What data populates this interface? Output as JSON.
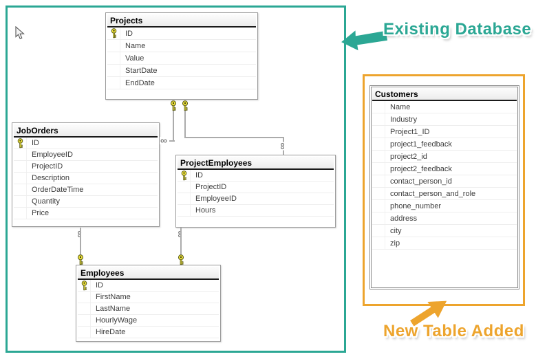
{
  "diagram": {
    "tables": {
      "projects": {
        "name": "Projects",
        "columns": [
          {
            "name": "ID",
            "key": true
          },
          {
            "name": "Name",
            "key": false
          },
          {
            "name": "Value",
            "key": false
          },
          {
            "name": "StartDate",
            "key": false
          },
          {
            "name": "EndDate",
            "key": false
          }
        ]
      },
      "joborders": {
        "name": "JobOrders",
        "columns": [
          {
            "name": "ID",
            "key": true
          },
          {
            "name": "EmployeeID",
            "key": false
          },
          {
            "name": "ProjectID",
            "key": false
          },
          {
            "name": "Description",
            "key": false
          },
          {
            "name": "OrderDateTime",
            "key": false
          },
          {
            "name": "Quantity",
            "key": false
          },
          {
            "name": "Price",
            "key": false
          }
        ]
      },
      "project_employees": {
        "name": "ProjectEmployees",
        "columns": [
          {
            "name": "ID",
            "key": true
          },
          {
            "name": "ProjectID",
            "key": false
          },
          {
            "name": "EmployeeID",
            "key": false
          },
          {
            "name": "Hours",
            "key": false
          }
        ]
      },
      "employees": {
        "name": "Employees",
        "columns": [
          {
            "name": "ID",
            "key": true
          },
          {
            "name": "FirstName",
            "key": false
          },
          {
            "name": "LastName",
            "key": false
          },
          {
            "name": "HourlyWage",
            "key": false
          },
          {
            "name": "HireDate",
            "key": false
          }
        ]
      },
      "customers": {
        "name": "Customers",
        "columns": [
          {
            "name": "Name",
            "key": false
          },
          {
            "name": "Industry",
            "key": false
          },
          {
            "name": "Project1_ID",
            "key": false
          },
          {
            "name": "project1_feedback",
            "key": false
          },
          {
            "name": "project2_id",
            "key": false
          },
          {
            "name": "project2_feedback",
            "key": false
          },
          {
            "name": "contact_person_id",
            "key": false
          },
          {
            "name": "contact_person_and_role",
            "key": false
          },
          {
            "name": "phone_number",
            "key": false
          },
          {
            "name": "address",
            "key": false
          },
          {
            "name": "city",
            "key": false
          },
          {
            "name": "zip",
            "key": false
          }
        ]
      }
    },
    "relationships": [
      {
        "one": "Projects",
        "many": "JobOrders"
      },
      {
        "one": "Projects",
        "many": "ProjectEmployees"
      },
      {
        "one": "Employees",
        "many": "JobOrders"
      },
      {
        "one": "Employees",
        "many": "ProjectEmployees"
      }
    ],
    "glyphs": {
      "many_marker": "∞"
    }
  },
  "annotations": {
    "existing": {
      "label": "Existing Database",
      "color": "#2ba794"
    },
    "new_table": {
      "label": "New Table Added",
      "color": "#eda42d"
    }
  }
}
